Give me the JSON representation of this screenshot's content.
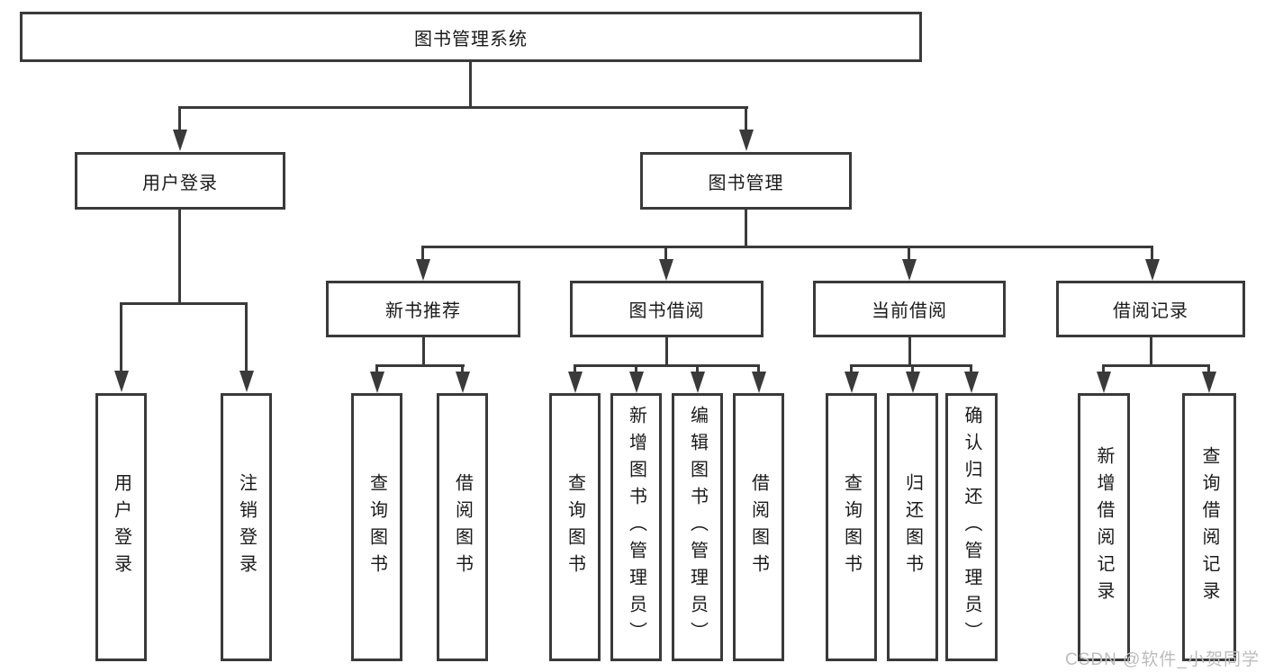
{
  "diagram": {
    "title": "图书管理系统",
    "watermark": "CSDN @软件_小贺同学",
    "colors": {
      "line": "#3a3a3a",
      "text": "#1a1a1a",
      "background": "#ffffff",
      "watermark": "#bcbcbc"
    },
    "nodes": {
      "root": {
        "label": "图书管理系统"
      },
      "user_login": {
        "label": "用户登录"
      },
      "book_mgmt": {
        "label": "图书管理"
      },
      "new_books": {
        "label": "新书推荐"
      },
      "book_borrow": {
        "label": "图书借阅"
      },
      "current_borrow": {
        "label": "当前借阅"
      },
      "borrow_records": {
        "label": "借阅记录"
      },
      "ul_login": {
        "label": "用户登录"
      },
      "ul_logout": {
        "label": "注销登录"
      },
      "nb_query": {
        "label": "查询图书"
      },
      "nb_borrow": {
        "label": "借阅图书"
      },
      "bb_query": {
        "label": "查询图书"
      },
      "bb_add": {
        "label": "新增图书（管理员）"
      },
      "bb_edit": {
        "label": "编辑图书（管理员）"
      },
      "bb_borrow": {
        "label": "借阅图书"
      },
      "cb_query": {
        "label": "查询图书"
      },
      "cb_return": {
        "label": "归还图书"
      },
      "cb_confirm": {
        "label": "确认归还（管理员）"
      },
      "br_add": {
        "label": "新增借阅记录"
      },
      "br_query": {
        "label": "查询借阅记录"
      }
    },
    "tree": {
      "图书管理系统": {
        "用户登录": [
          "用户登录",
          "注销登录"
        ],
        "图书管理": {
          "新书推荐": [
            "查询图书",
            "借阅图书"
          ],
          "图书借阅": [
            "查询图书",
            "新增图书（管理员）",
            "编辑图书（管理员）",
            "借阅图书"
          ],
          "当前借阅": [
            "查询图书",
            "归还图书",
            "确认归还（管理员）"
          ],
          "借阅记录": [
            "新增借阅记录",
            "查询借阅记录"
          ]
        }
      }
    }
  }
}
